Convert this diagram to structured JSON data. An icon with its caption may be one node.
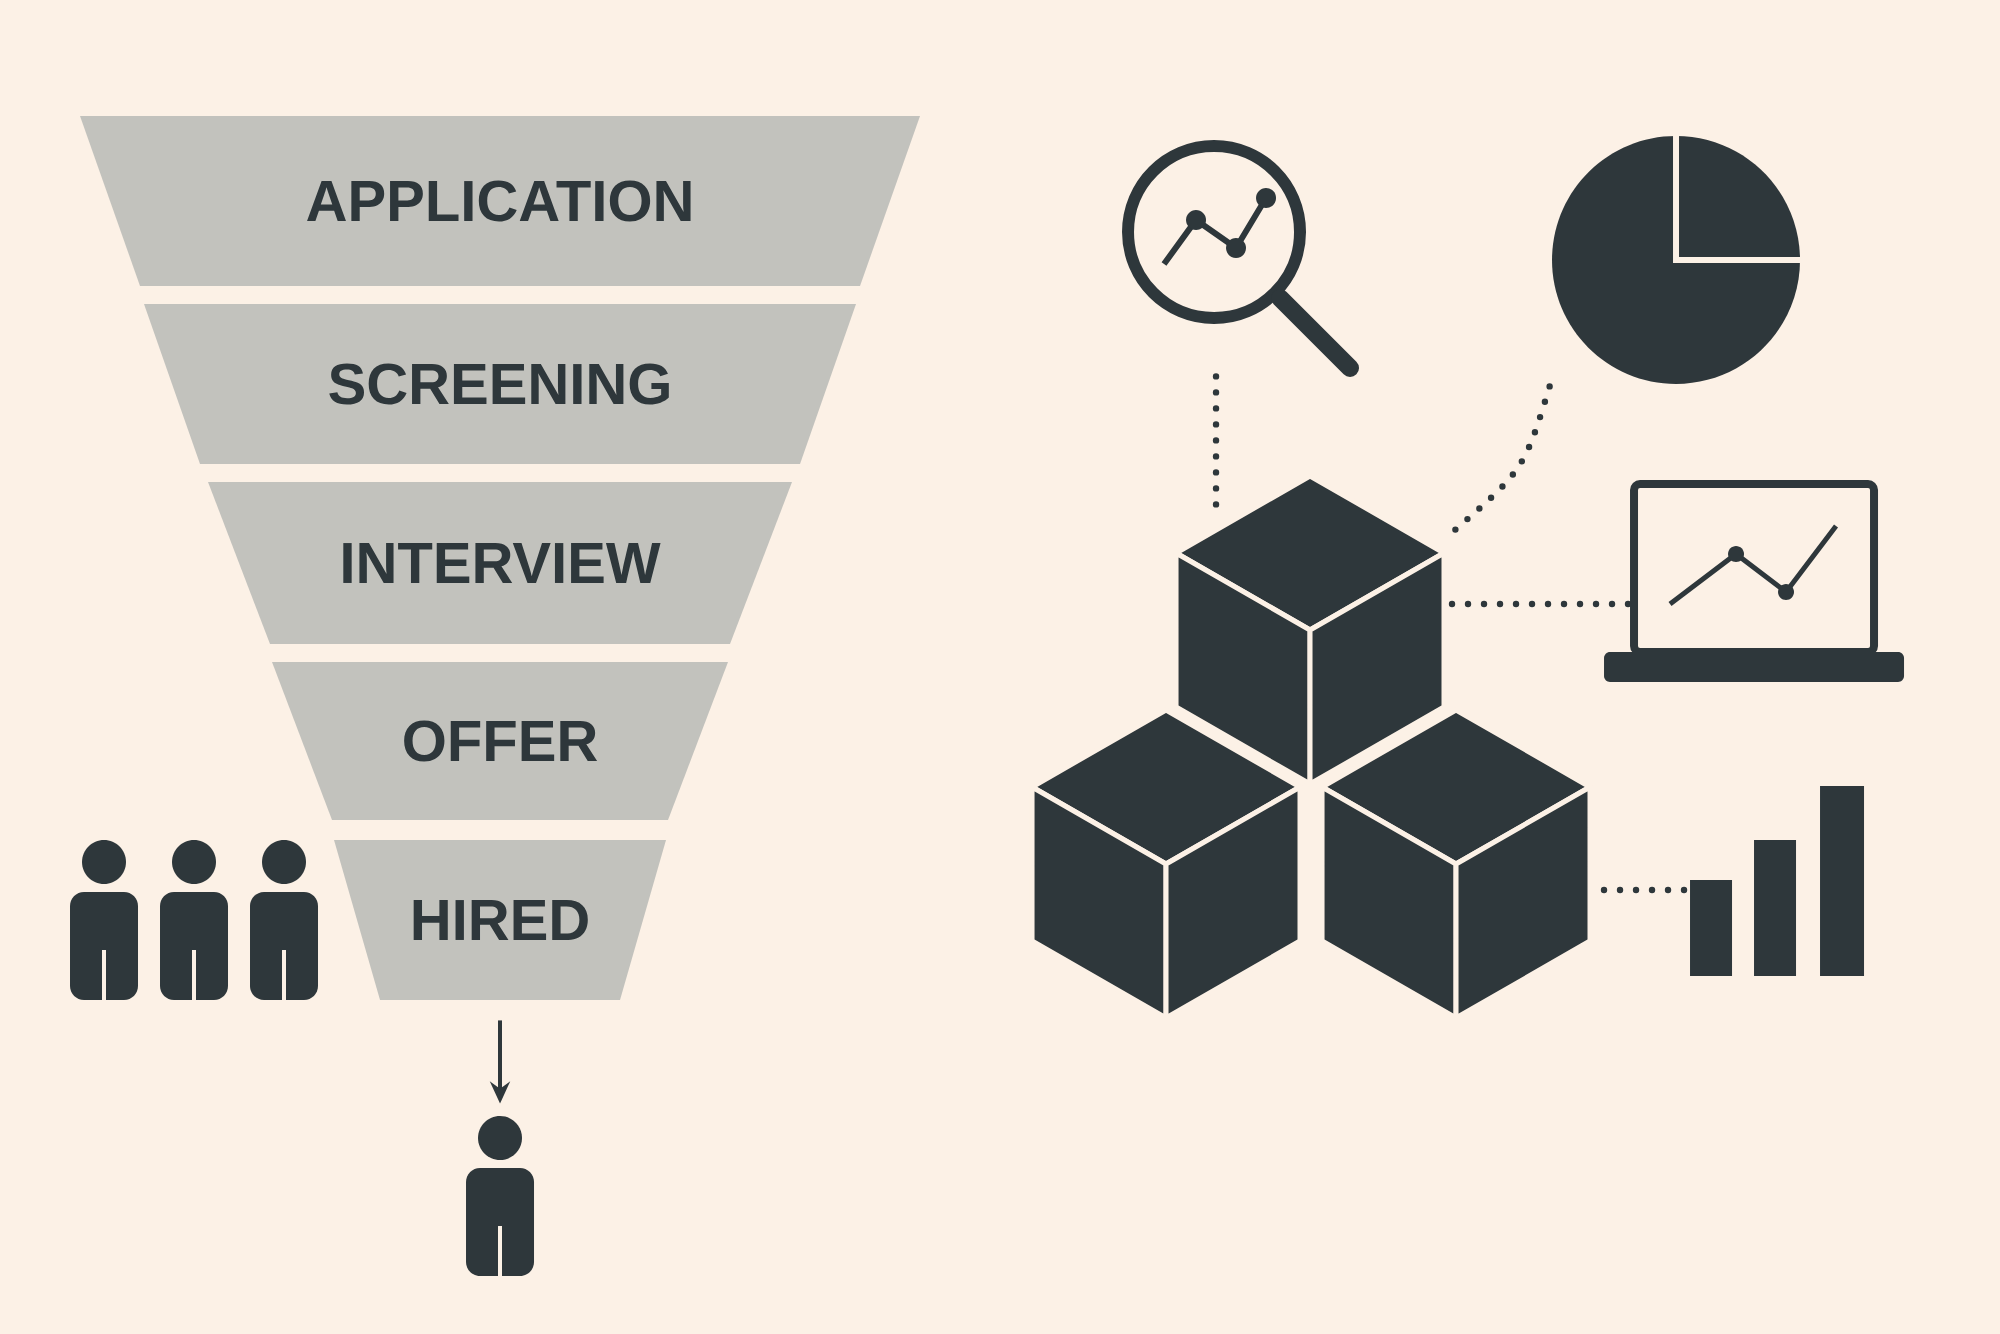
{
  "diagram": {
    "nodes": [
      {
        "text": [
          "APPLICATION"
        ]
      },
      {
        "text": [
          "SCREENING"
        ]
      },
      {
        "text": [
          "INTERVIEW"
        ]
      },
      {
        "text": [
          "OFFER"
        ]
      },
      {
        "text": [
          "HIRED"
        ]
      },
      {
        "text": [],
        "shape": "person"
      },
      {
        "text": [],
        "shape": "magnifier"
      },
      {
        "text": [],
        "shape": "pie"
      },
      {
        "text": [],
        "shape": "cube"
      },
      {
        "text": [],
        "shape": "laptop"
      },
      {
        "text": [],
        "shape": "bar"
      }
    ],
    "edges": [
      {
        "from": 4,
        "to": 5,
        "arrow": "to"
      },
      {
        "from": 6,
        "to": 8,
        "arrow": "none",
        "style": "dashed"
      },
      {
        "from": 7,
        "to": 8,
        "arrow": "none",
        "style": "dashed"
      },
      {
        "from": 8,
        "to": 9,
        "arrow": "none",
        "style": "dashed"
      },
      {
        "from": 8,
        "to": 10,
        "arrow": "none",
        "style": "dashed"
      }
    ]
  }
}
